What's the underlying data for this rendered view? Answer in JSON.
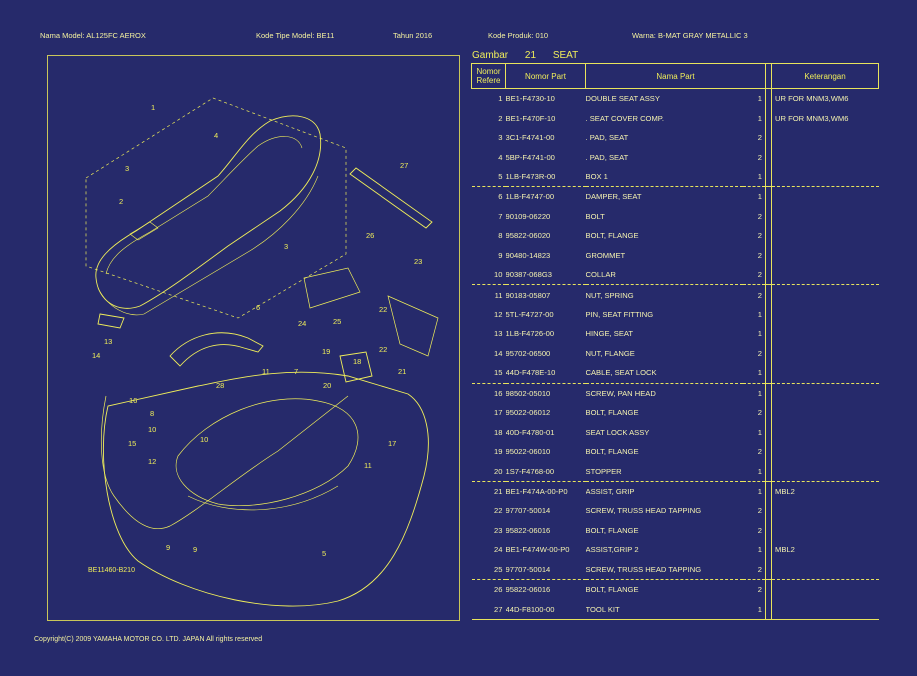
{
  "header": {
    "model_name": "Nama Model:  AL125FC AEROX",
    "type_code": "Kode Tipe Model:  BE11",
    "year": "Tahun  2016",
    "product_code": "Kode Produk:  010",
    "color": "Warna:  B-MAT GRAY METALLIC 3"
  },
  "figure": {
    "label": "Gambar",
    "number": "21",
    "title": "SEAT"
  },
  "diagram": {
    "code": "BE11460-B210",
    "callouts": [
      "1",
      "2",
      "3",
      "4",
      "3",
      "27",
      "26",
      "23",
      "24",
      "25",
      "22",
      "22",
      "6",
      "7",
      "11",
      "19",
      "20",
      "18",
      "21",
      "28",
      "16",
      "8",
      "10",
      "10",
      "9",
      "15",
      "12",
      "17",
      "11",
      "9",
      "13",
      "14",
      "5"
    ]
  },
  "table": {
    "headers": {
      "ref": "Nomor Refere",
      "part_no": "Nomor Part",
      "part_name": "Nama Part",
      "remark": "Keterangan"
    },
    "rows": [
      {
        "ref": "1",
        "part": "BE1-F4730-10",
        "name": "DOUBLE SEAT ASSY",
        "qty": "1",
        "remark": "UR FOR MNM3,WM6"
      },
      {
        "ref": "2",
        "part": "BE1-F470F-10",
        "name": ". SEAT COVER COMP.",
        "qty": "1",
        "remark": "UR FOR MNM3,WM6"
      },
      {
        "ref": "3",
        "part": "3C1-F4741-00",
        "name": ". PAD, SEAT",
        "qty": "2",
        "remark": ""
      },
      {
        "ref": "4",
        "part": "5BP-F4741-00",
        "name": ". PAD, SEAT",
        "qty": "2",
        "remark": ""
      },
      {
        "ref": "5",
        "part": "1LB-F473R-00",
        "name": "BOX 1",
        "qty": "1",
        "remark": ""
      },
      {
        "ref": "6",
        "part": "1LB-F4747-00",
        "name": "DAMPER, SEAT",
        "qty": "1",
        "remark": ""
      },
      {
        "ref": "7",
        "part": "90109-06220",
        "name": "BOLT",
        "qty": "2",
        "remark": ""
      },
      {
        "ref": "8",
        "part": "95822-06020",
        "name": "BOLT, FLANGE",
        "qty": "2",
        "remark": ""
      },
      {
        "ref": "9",
        "part": "90480-14823",
        "name": "GROMMET",
        "qty": "2",
        "remark": ""
      },
      {
        "ref": "10",
        "part": "90387-068G3",
        "name": "COLLAR",
        "qty": "2",
        "remark": ""
      },
      {
        "ref": "11",
        "part": "90183-05807",
        "name": "NUT, SPRING",
        "qty": "2",
        "remark": ""
      },
      {
        "ref": "12",
        "part": "5TL-F4727-00",
        "name": "PIN, SEAT FITTING",
        "qty": "1",
        "remark": ""
      },
      {
        "ref": "13",
        "part": "1LB-F4726-00",
        "name": "HINGE, SEAT",
        "qty": "1",
        "remark": ""
      },
      {
        "ref": "14",
        "part": "95702-06500",
        "name": "NUT, FLANGE",
        "qty": "2",
        "remark": ""
      },
      {
        "ref": "15",
        "part": "44D-F478E-10",
        "name": "CABLE, SEAT LOCK",
        "qty": "1",
        "remark": ""
      },
      {
        "ref": "16",
        "part": "98502-05010",
        "name": "SCREW, PAN HEAD",
        "qty": "1",
        "remark": ""
      },
      {
        "ref": "17",
        "part": "95022-06012",
        "name": "BOLT, FLANGE",
        "qty": "2",
        "remark": ""
      },
      {
        "ref": "18",
        "part": "40D-F4780-01",
        "name": "SEAT LOCK ASSY",
        "qty": "1",
        "remark": ""
      },
      {
        "ref": "19",
        "part": "95022-06010",
        "name": "BOLT, FLANGE",
        "qty": "2",
        "remark": ""
      },
      {
        "ref": "20",
        "part": "1S7-F4768-00",
        "name": "STOPPER",
        "qty": "1",
        "remark": ""
      },
      {
        "ref": "21",
        "part": "BE1-F474A-00-P0",
        "name": "ASSIST, GRIP",
        "qty": "1",
        "remark": "MBL2"
      },
      {
        "ref": "22",
        "part": "97707-50014",
        "name": "SCREW, TRUSS HEAD TAPPING",
        "qty": "2",
        "remark": ""
      },
      {
        "ref": "23",
        "part": "95822-06016",
        "name": "BOLT, FLANGE",
        "qty": "2",
        "remark": ""
      },
      {
        "ref": "24",
        "part": "BE1-F474W-00-P0",
        "name": "ASSIST,GRIP 2",
        "qty": "1",
        "remark": "MBL2"
      },
      {
        "ref": "25",
        "part": "97707-50014",
        "name": "SCREW, TRUSS HEAD TAPPING",
        "qty": "2",
        "remark": ""
      },
      {
        "ref": "26",
        "part": "95822-06016",
        "name": "BOLT, FLANGE",
        "qty": "2",
        "remark": ""
      },
      {
        "ref": "27",
        "part": "44D-F8100-00",
        "name": "TOOL KIT",
        "qty": "1",
        "remark": ""
      }
    ],
    "separator_after_refs": [
      "5",
      "10",
      "15",
      "20",
      "25"
    ]
  },
  "footer": {
    "copyright": "Copyright(C) 2009 YAMAHA MOTOR CO. LTD. JAPAN All rights reserved"
  },
  "colors": {
    "background": "#262a6b",
    "line": "#f0ee5a"
  }
}
